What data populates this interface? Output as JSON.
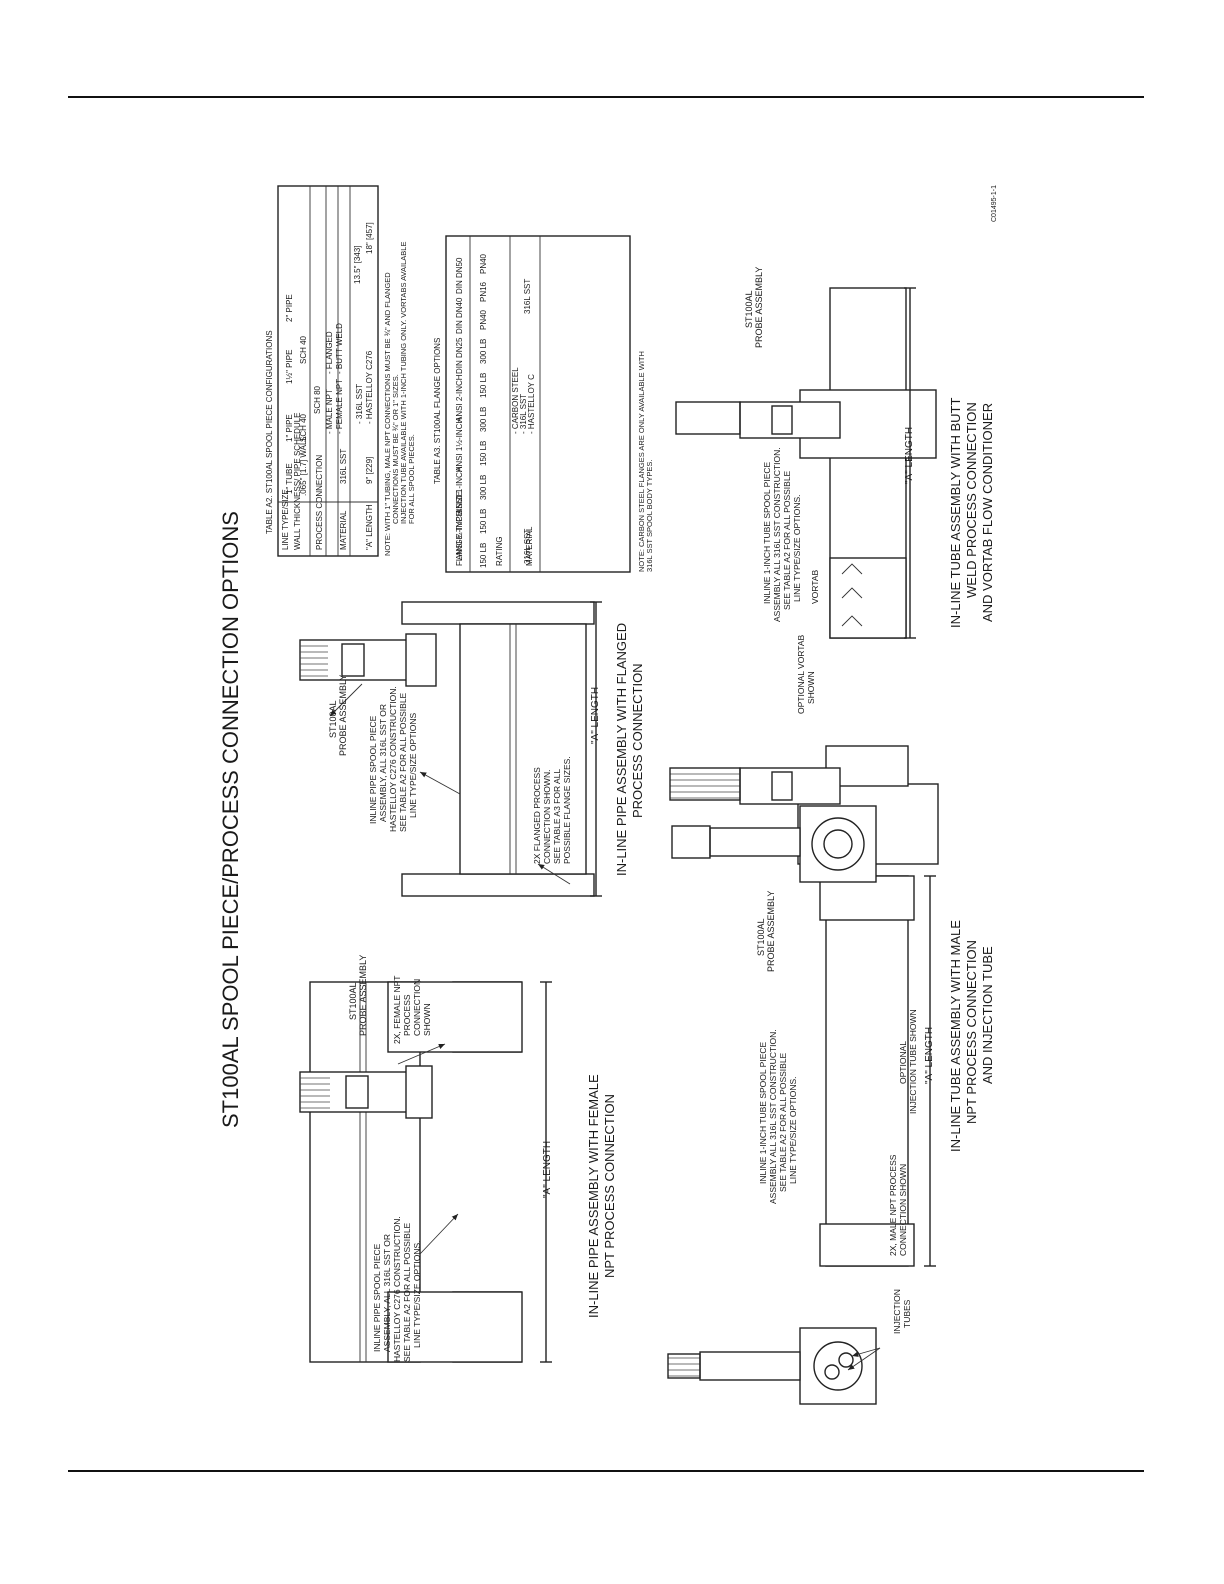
{
  "title": "ST100AL SPOOL PIECE/PROCESS CONNECTION OPTIONS",
  "drawing_code": "C01495-1-1",
  "table_a2": {
    "caption": "TABLE A2. ST100AL SPOOL PIECE CONFIGURATIONS",
    "headers": [
      "LINE TYPE/SIZE",
      "WALL THICKNESS/ PIPE SCHEDULE",
      "PROCESS CONNECTION",
      "MATERIAL",
      "\"A\" LENGTH"
    ],
    "line_sizes": [
      "1\" TUBE",
      "1\" PIPE",
      "1½\" PIPE",
      "2\" PIPE"
    ],
    "walls": [
      ".065\" [1.7] WALL",
      "SCH 40",
      "SCH 80",
      "SCH 40"
    ],
    "connections": [
      "- MALE NPT",
      "- FEMALE NPT",
      "- FLANGED",
      "- BUTT WELD"
    ],
    "materials": [
      "316L SST",
      "- 316L SST",
      "- HASTELLOY C276"
    ],
    "lengths": [
      "9\" [229]",
      "13.5\" [343]",
      "18\" [457]"
    ],
    "note": [
      "NOTE: WITH 1\" TUBING, MALE NPT CONNECTIONS MUST BE ¾\" AND FLANGED",
      "CONNECTIONS MUST BE ¾\" OR 1\" SIZES.",
      "INJECTION TUBE AVAILABLE WITH 1-INCH TUBING ONLY. VORTABS AVAILABLE",
      "FOR ALL SPOOL PIECES."
    ]
  },
  "table_a3": {
    "caption": "TABLE A3. ST100AL FLANGE OPTIONS",
    "headers": [
      "FLANGE TYPE/SIZE",
      "RATING",
      "MATERIAL"
    ],
    "flange_sizes": [
      "ANSI ¾-INCH",
      "ANSI 1-INCH",
      "ANSI 1½-INCH",
      "ANSI 2-INCH",
      "DIN DN25",
      "DIN DN40",
      "DIN DN50"
    ],
    "ratings": [
      "150 LB",
      "150 LB",
      "300 LB",
      "150 LB",
      "300 LB",
      "150 LB",
      "300 LB",
      "PN40",
      "PN16",
      "PN40"
    ],
    "materials": [
      "316L SST",
      "- CARBON STEEL",
      "- 316L SST",
      "- HASTELLOY C",
      "316L SST"
    ],
    "note": [
      "NOTE: CARBON STEEL FLANGES ARE ONLY AVAILABLE WITH",
      "316L SST SPOOL BODY TYPES."
    ]
  },
  "view_female": {
    "caption": [
      "IN-LINE PIPE ASSEMBLY WITH FEMALE",
      "NPT PROCESS CONNECTION"
    ],
    "probe_label": [
      "ST100AL",
      "PROBE ASSEMBLY"
    ],
    "conn_label": [
      "2X, FEMALE NPT",
      "PROCESS",
      "CONNECTION",
      "SHOWN"
    ],
    "spool_label": [
      "INLINE PIPE SPOOL PIECE",
      "ASSEMBLY, ALL 316L SST OR",
      "HASTELLOY C276 CONSTRUCTION.",
      "SEE TABLE A2 FOR ALL POSSIBLE",
      "LINE TYPE/SIZE OPTIONS."
    ],
    "length_label": "\"A\" LENGTH"
  },
  "view_flanged": {
    "caption": [
      "IN-LINE PIPE ASSEMBLY WITH FLANGED",
      "PROCESS CONNECTION"
    ],
    "probe_label": [
      "ST100AL",
      "PROBE ASSEMBLY"
    ],
    "spool_label": [
      "INLINE PIPE SPOOL PIECE",
      "ASSEMBLY, ALL 316L SST OR",
      "HASTELLOY C276 CONSTRUCTION.",
      "SEE TABLE A2 FOR ALL POSSIBLE",
      "LINE TYPE/SIZE OPTIONS"
    ],
    "flange_label": [
      "2X FLANGED PROCESS",
      "CONNECTION SHOWN.",
      "SEE TABLE A3 FOR ALL",
      "POSSIBLE FLANGE SIZES."
    ],
    "length_label": "\"A\" LENGTH"
  },
  "view_male": {
    "caption": [
      "IN-LINE TUBE ASSEMBLY WITH MALE",
      "NPT PROCESS CONNECTION",
      "AND INJECTION TUBE"
    ],
    "probe_label": [
      "ST100AL",
      "PROBE ASSEMBLY"
    ],
    "injection_label": [
      "INJECTION",
      "TUBES"
    ],
    "optional_label": [
      "OPTIONAL",
      "INJECTION TUBE SHOWN"
    ],
    "male_label": [
      "2X, MALE NPT PROCESS",
      "CONNECTION SHOWN"
    ],
    "spool_label": [
      "INLINE 1-INCH TUBE SPOOL PIECE",
      "ASSEMBLY ALL 316L SST CONSTRUCTION.",
      "SEE TABLE A2 FOR ALL POSSIBLE",
      "LINE TYPE/SIZE OPTIONS."
    ],
    "length_label": "\"A\" LENGTH"
  },
  "view_butt": {
    "caption": [
      "IN-LINE TUBE ASSEMBLY WITH BUTT",
      "WELD PROCESS CONNECTION",
      "AND VORTAB FLOW CONDITIONER"
    ],
    "probe_label": [
      "ST100AL",
      "PROBE ASSEMBLY"
    ],
    "vortab_label": [
      "OPTIONAL VORTAB",
      "SHOWN"
    ],
    "vortab_tag": "VORTAB",
    "spool_label": [
      "INLINE 1-INCH TUBE SPOOL PIECE",
      "ASSEMBLY ALL 316L SST CONSTRUCTION.",
      "SEE TABLE A2 FOR ALL POSSIBLE",
      "LINE TYPE/SIZE OPTIONS."
    ],
    "length_label": "\"A\" LENGTH"
  }
}
